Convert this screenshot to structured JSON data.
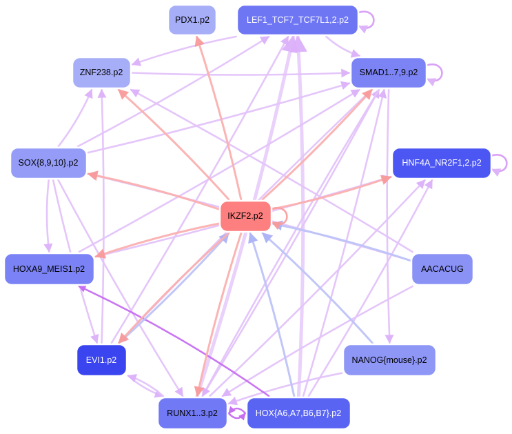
{
  "colors": {
    "node_light": "#a7aef8",
    "node_medium": "#8e96f6",
    "node_medium_dark": "#7179f4",
    "node_dark": "#5560f3",
    "node_darkest": "#3a44ef",
    "node_hub": "#fd7f7f",
    "edge_violet": "#e3bdfa",
    "edge_violet_strong": "#c061f0",
    "edge_red": "#fbaaaa",
    "edge_blue": "#b8bff8"
  },
  "nodes": [
    {
      "id": "pdx1",
      "label": "PDX1.p2",
      "fill": "#a7aef8",
      "text_color": "#000000"
    },
    {
      "id": "lef1",
      "label": "LEF1_TCF7_TCF7L1,2.p2",
      "fill": "#6e76f4",
      "text_color": "#ffffff"
    },
    {
      "id": "znf238",
      "label": "ZNF238.p2",
      "fill": "#a7aef8",
      "text_color": "#000000"
    },
    {
      "id": "smad",
      "label": "SMAD1..7,9.p2",
      "fill": "#7c84f5",
      "text_color": "#000000"
    },
    {
      "id": "sox",
      "label": "SOX{8,9,10}.p2",
      "fill": "#949cf7",
      "text_color": "#000000"
    },
    {
      "id": "hnf4a",
      "label": "HNF4A_NR2F1,2.p2",
      "fill": "#4c57f3",
      "text_color": "#ffffff"
    },
    {
      "id": "ikzf2",
      "label": "IKZF2.p2",
      "fill": "#fd7f7f",
      "text_color": "#000000"
    },
    {
      "id": "hoxa9",
      "label": "HOXA9_MEIS1.p2",
      "fill": "#7a82f5",
      "text_color": "#000000"
    },
    {
      "id": "aacacug",
      "label": "AACACUG",
      "fill": "#8a92f6",
      "text_color": "#000000"
    },
    {
      "id": "evi1",
      "label": "EVI1.p2",
      "fill": "#3a44ef",
      "text_color": "#ffffff"
    },
    {
      "id": "nanog",
      "label": "NANOG{mouse}.p2",
      "fill": "#8e96f6",
      "text_color": "#000000"
    },
    {
      "id": "runx",
      "label": "RUNX1..3.p2",
      "fill": "#7179f4",
      "text_color": "#000000"
    },
    {
      "id": "hox",
      "label": "HOX{A6,A7,B6,B7}.p2",
      "fill": "#5a64f3",
      "text_color": "#ffffff"
    }
  ],
  "edges": [
    {
      "from": "ikzf2",
      "to": "pdx1",
      "type": "red"
    },
    {
      "from": "ikzf2",
      "to": "znf238",
      "type": "red"
    },
    {
      "from": "ikzf2",
      "to": "smad",
      "type": "red"
    },
    {
      "from": "ikzf2",
      "to": "sox",
      "type": "red"
    },
    {
      "from": "ikzf2",
      "to": "hnf4a",
      "type": "red"
    },
    {
      "from": "ikzf2",
      "to": "hoxa9",
      "type": "red"
    },
    {
      "from": "ikzf2",
      "to": "evi1",
      "type": "red"
    },
    {
      "from": "ikzf2",
      "to": "runx",
      "type": "red"
    },
    {
      "from": "ikzf2",
      "to": "ikzf2",
      "type": "red_loop"
    },
    {
      "from": "aacacug",
      "to": "ikzf2",
      "type": "blue"
    },
    {
      "from": "nanog",
      "to": "ikzf2",
      "type": "blue"
    },
    {
      "from": "hox",
      "to": "ikzf2",
      "type": "blue"
    },
    {
      "from": "evi1",
      "to": "ikzf2",
      "type": "blue"
    },
    {
      "from": "lef1",
      "to": "znf238",
      "type": "violet"
    },
    {
      "from": "lef1",
      "to": "smad",
      "type": "violet"
    },
    {
      "from": "lef1",
      "to": "lef1",
      "type": "violet_loop"
    },
    {
      "from": "smad",
      "to": "smad",
      "type": "violet_loop"
    },
    {
      "from": "hnf4a",
      "to": "hnf4a",
      "type": "violet_loop"
    },
    {
      "from": "znf238",
      "to": "smad",
      "type": "violet"
    },
    {
      "from": "sox",
      "to": "znf238",
      "type": "violet"
    },
    {
      "from": "sox",
      "to": "lef1",
      "type": "violet"
    },
    {
      "from": "sox",
      "to": "smad",
      "type": "violet"
    },
    {
      "from": "sox",
      "to": "hoxa9",
      "type": "violet"
    },
    {
      "from": "sox",
      "to": "evi1",
      "type": "violet"
    },
    {
      "from": "sox",
      "to": "runx",
      "type": "violet"
    },
    {
      "from": "aacacug",
      "to": "sox",
      "type": "violet"
    },
    {
      "from": "aacacug",
      "to": "znf238",
      "type": "violet"
    },
    {
      "from": "aacacug",
      "to": "runx",
      "type": "violet"
    },
    {
      "from": "evi1",
      "to": "znf238",
      "type": "violet"
    },
    {
      "from": "evi1",
      "to": "lef1",
      "type": "violet"
    },
    {
      "from": "evi1",
      "to": "runx",
      "type": "violet"
    },
    {
      "from": "runx",
      "to": "lef1",
      "type": "violet_thick"
    },
    {
      "from": "runx",
      "to": "smad",
      "type": "violet"
    },
    {
      "from": "runx",
      "to": "hnf4a",
      "type": "violet"
    },
    {
      "from": "runx",
      "to": "evi1",
      "type": "violet"
    },
    {
      "from": "hox",
      "to": "lef1",
      "type": "violet_thick"
    },
    {
      "from": "hox",
      "to": "smad",
      "type": "violet"
    },
    {
      "from": "hox",
      "to": "hnf4a",
      "type": "violet"
    },
    {
      "from": "hox",
      "to": "hoxa9",
      "type": "violet_strong"
    },
    {
      "from": "hox",
      "to": "runx",
      "type": "violet_strong"
    },
    {
      "from": "runx",
      "to": "hox",
      "type": "violet_strong"
    },
    {
      "from": "nanog",
      "to": "runx",
      "type": "violet"
    },
    {
      "from": "smad",
      "to": "runx",
      "type": "violet"
    },
    {
      "from": "smad",
      "to": "evi1",
      "type": "violet"
    },
    {
      "from": "smad",
      "to": "nanog",
      "type": "violet"
    },
    {
      "from": "hoxa9",
      "to": "smad",
      "type": "violet"
    },
    {
      "from": "hoxa9",
      "to": "hnf4a",
      "type": "violet"
    }
  ]
}
